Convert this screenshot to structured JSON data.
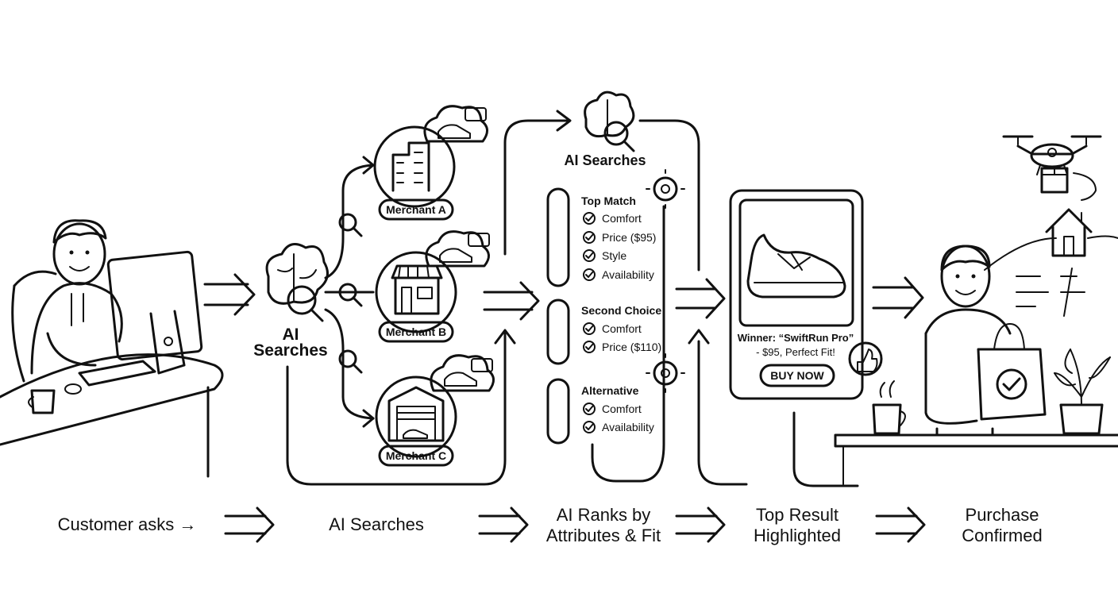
{
  "merchants": [
    {
      "label": "Merchant A",
      "icon": "office-building-icon"
    },
    {
      "label": "Merchant B",
      "icon": "storefront-icon"
    },
    {
      "label": "Merchant C",
      "icon": "garage-warehouse-icon"
    }
  ],
  "ai_search_caption": [
    "AI",
    "Searches"
  ],
  "ai_search_caption_top": "AI Searches",
  "ranking": [
    {
      "heading": "Top Match",
      "items": [
        "Comfort",
        "Price ($95)",
        "Style",
        "Availability"
      ]
    },
    {
      "heading": "Second Choice",
      "items": [
        "Comfort",
        "Price ($110)"
      ]
    },
    {
      "heading": "Alternative",
      "items": [
        "Comfort",
        "Availability"
      ]
    }
  ],
  "result_card": {
    "winner_line1": "Winner: “SwiftRun Pro”",
    "winner_line2": "- $95, Perfect Fit!",
    "buy_label": "BUY NOW"
  },
  "steps": [
    {
      "lines": [
        "Customer asks →"
      ]
    },
    {
      "lines": [
        "AI Searches"
      ]
    },
    {
      "lines": [
        "AI Ranks by",
        "Attributes & Fit"
      ]
    },
    {
      "lines": [
        "Top Result",
        "Highlighted"
      ]
    },
    {
      "lines": [
        "Purchase",
        "Confirmed"
      ]
    }
  ],
  "icons": [
    "customer-at-computer-icon",
    "brain-magnifier-icon",
    "shoe-cloud-icon",
    "gear-icon",
    "sneaker-icon",
    "thumbs-up-icon",
    "drone-icon",
    "house-icon",
    "shopping-bag-check-icon",
    "coffee-mug-icon",
    "potted-plant-icon"
  ]
}
